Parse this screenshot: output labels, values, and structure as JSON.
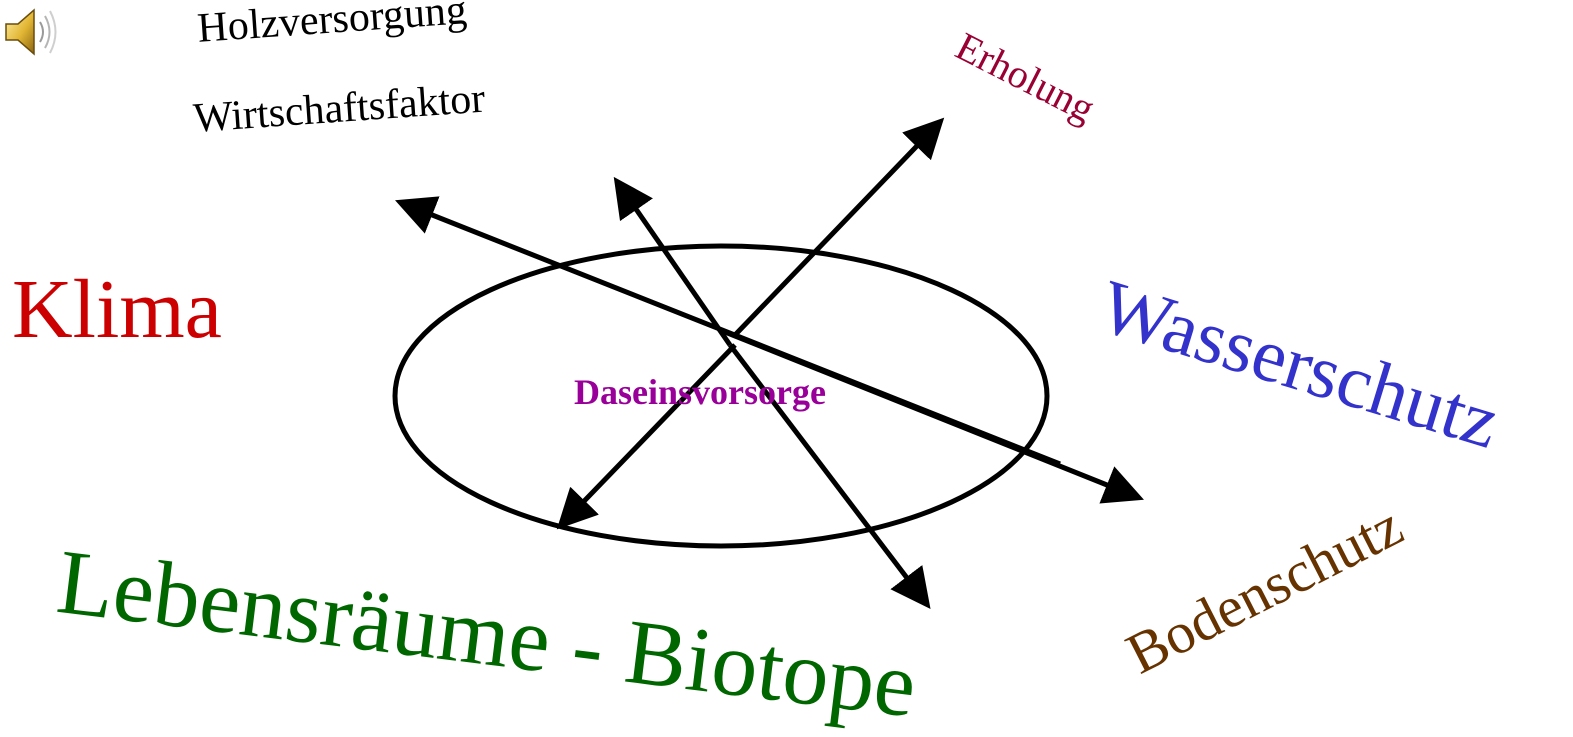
{
  "diagram": {
    "center_label": "Daseinsvorsorge",
    "labels": {
      "holzversorgung": "Holzversorgung",
      "wirtschaftsfaktor": "Wirtschaftsfaktor",
      "erholung": "Erholung",
      "klima": "Klima",
      "wasserschutz": "Wasserschutz",
      "lebensraeume": "Lebensräume - Biotope",
      "bodenschutz": "Bodenschutz"
    },
    "colors": {
      "holzversorgung": "#000000",
      "wirtschaftsfaktor": "#000000",
      "erholung": "#990033",
      "klima": "#cc0000",
      "wasserschutz": "#3333cc",
      "lebensraeume": "#006600",
      "bodenschutz": "#663300",
      "center": "#990099",
      "lines": "#000000"
    },
    "icon": "speaker-icon"
  }
}
